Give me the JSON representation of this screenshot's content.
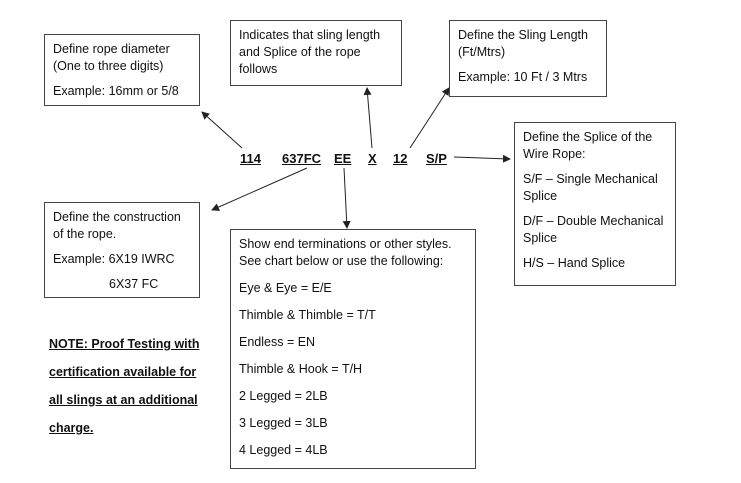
{
  "code": {
    "diameter": "114",
    "construction": "637FC",
    "terminations": "EE",
    "separator": "X",
    "length": "12",
    "splice": "S/P"
  },
  "boxes": {
    "diameter": {
      "lines": [
        "Define rope diameter",
        "(One to three digits)"
      ],
      "example": "Example: 16mm or 5/8"
    },
    "length_indicator": {
      "lines": [
        "Indicates that sling length",
        "and Splice of the rope",
        "follows"
      ]
    },
    "sling_length": {
      "lines": [
        "Define the Sling Length",
        "(Ft/Mtrs)"
      ],
      "example": "Example: 10 Ft / 3 Mtrs"
    },
    "splice": {
      "lines": [
        "Define the Splice of the",
        "Wire Rope:"
      ],
      "options": [
        "S/F – Single Mechanical",
        "Splice",
        "D/F – Double Mechanical",
        "Splice",
        "H/S – Hand Splice"
      ]
    },
    "construction": {
      "lines": [
        "Define the construction",
        "of the rope."
      ],
      "example": "Example: 6X19 IWRC",
      "example2": "6X37 FC"
    },
    "terminations": {
      "lines": [
        "Show end terminations or other styles.",
        "See chart below or use the following:"
      ],
      "items": [
        "Eye & Eye = E/E",
        "Thimble & Thimble = T/T",
        "Endless = EN",
        "Thimble & Hook = T/H",
        "2 Legged = 2LB",
        "3 Legged = 3LB",
        "4 Legged = 4LB"
      ]
    }
  },
  "note": {
    "lines": [
      "NOTE: Proof Testing with",
      "certification available for",
      "all slings at an additional",
      "charge."
    ]
  }
}
